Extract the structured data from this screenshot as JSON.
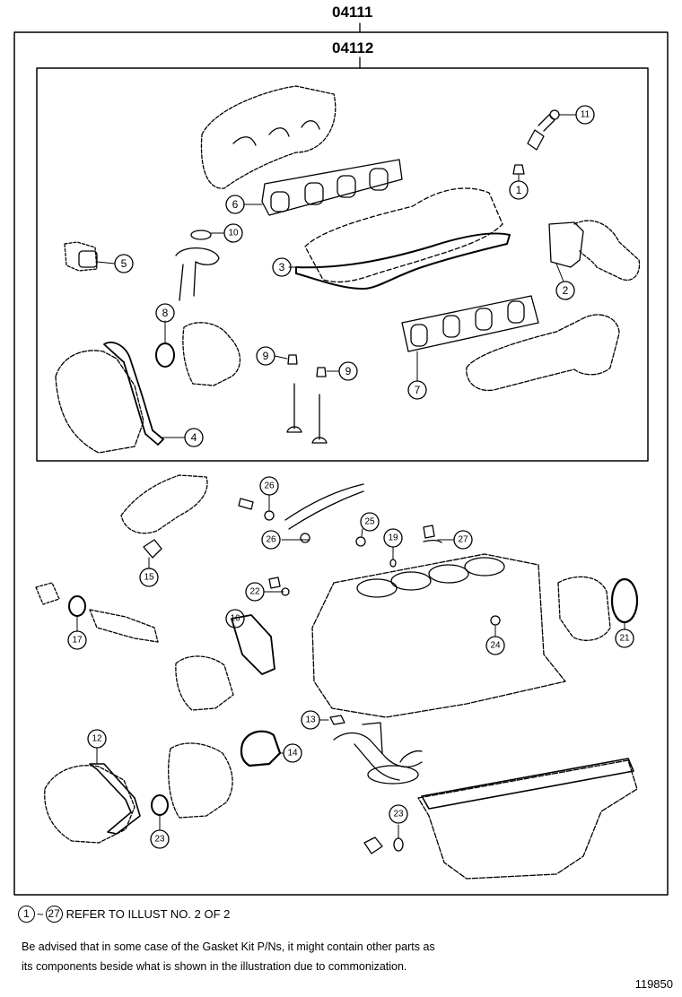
{
  "header": {
    "outer_kit": "04111",
    "inner_kit": "04112"
  },
  "callouts": {
    "c1": "1",
    "c2": "2",
    "c3": "3",
    "c4": "4",
    "c5": "5",
    "c6": "6",
    "c7": "7",
    "c8": "8",
    "c9a": "9",
    "c9b": "9",
    "c10": "10",
    "c11": "11",
    "c12": "12",
    "c13": "13",
    "c14": "14",
    "c15": "15",
    "c16": "16",
    "c17": "17",
    "c19": "19",
    "c21": "21",
    "c22": "22",
    "c23a": "23",
    "c23b": "23",
    "c24": "24",
    "c25": "25",
    "c26a": "26",
    "c26b": "26",
    "c27": "27"
  },
  "reference": {
    "start": "1",
    "tilde": "~",
    "end": "27",
    "text": "REFER TO ILLUST NO. 2 OF 2"
  },
  "notice": {
    "line1": "Be advised that in some case of the Gasket Kit P/Ns,  it might contain other parts as",
    "line2": "its components beside what is shown in the illustration due to commonization."
  },
  "illustration_number": "119850"
}
